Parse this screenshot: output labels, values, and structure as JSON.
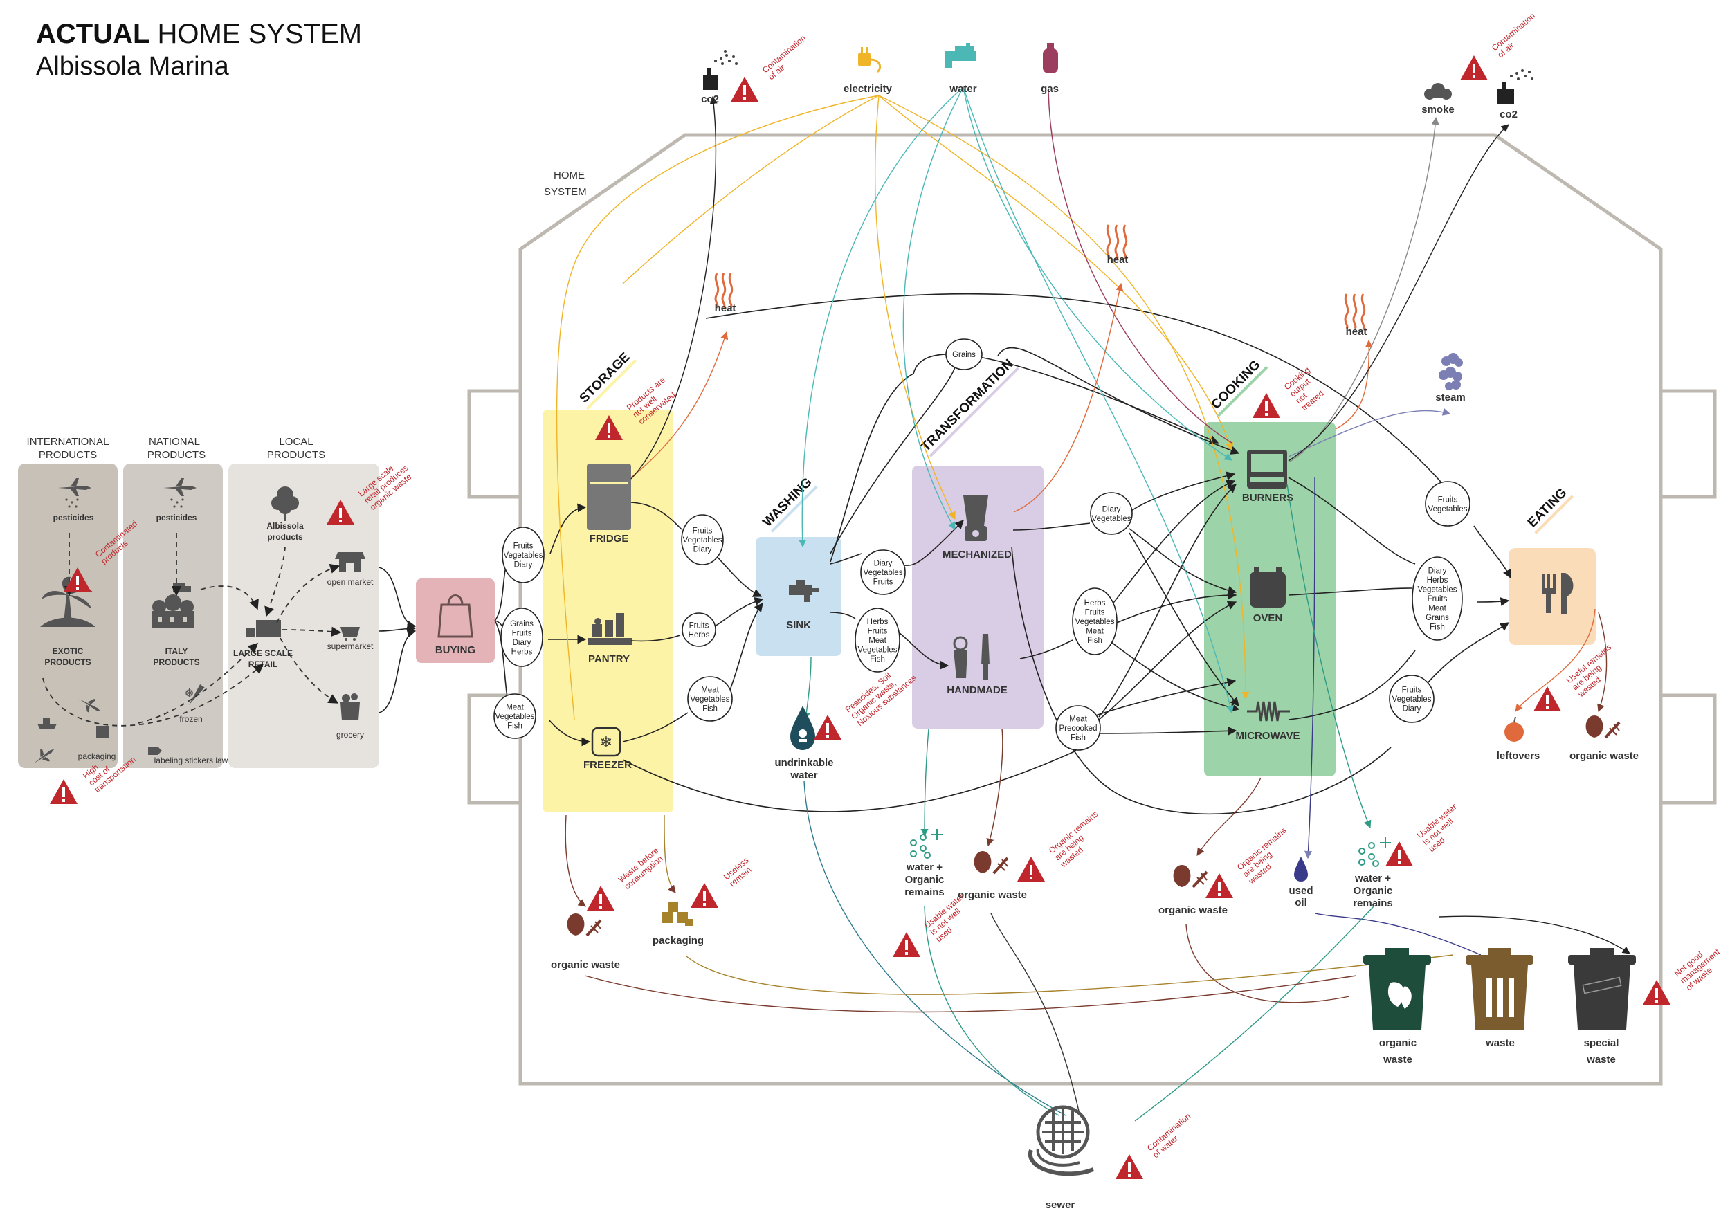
{
  "title": {
    "bold": "ACTUAL",
    "rest": " HOME SYSTEM",
    "subtitle": "Albissola Marina"
  },
  "home_label": [
    "HOME",
    "SYSTEM"
  ],
  "source_columns": [
    {
      "id": "international",
      "header": [
        "INTERNATIONAL",
        "PRODUCTS"
      ],
      "color": "#c7c1b8"
    },
    {
      "id": "national",
      "header": [
        "NATIONAL",
        "PRODUCTS"
      ],
      "color": "#cfcac3"
    },
    {
      "id": "local",
      "header": [
        "LOCAL",
        "PRODUCTS"
      ],
      "color": "#e6e2dd"
    }
  ],
  "source_items": {
    "intl_pesticides": "pesticides",
    "exotic": [
      "EXOTIC",
      "PRODUCTS"
    ],
    "packaging": "packaging",
    "nat_pesticides": "pesticides",
    "italy": [
      "ITALY",
      "PRODUCTS"
    ],
    "frozen": "frozen",
    "labeling": "labeling stickers law",
    "albissola": [
      "Albissola",
      "products"
    ],
    "open_market": "open market",
    "large_retail": [
      "LARGE SCALE",
      "RETAIL"
    ],
    "supermarket": "supermarket",
    "grocery": "grocery"
  },
  "sections": {
    "storage": "STORAGE",
    "washing": "WASHING",
    "transformation": "TRANSFORMATION",
    "cooking": "COOKING",
    "eating": "EATING"
  },
  "nodes": {
    "buying": {
      "label": "BUYING",
      "color": "#e3b3b8"
    },
    "fridge": "FRIDGE",
    "pantry": "PANTRY",
    "freezer": "FREEZER",
    "sink": "SINK",
    "mechanized": "MECHANIZED",
    "handmade": "HANDMADE",
    "burners": "BURNERS",
    "oven": "OVEN",
    "microwave": "MICROWAVE"
  },
  "zone_colors": {
    "storage": "#fcf3a6",
    "washing": "#c9e0f0",
    "transformation": "#d8cde4",
    "cooking": "#9dd3a8",
    "eating": "#fbdcb8"
  },
  "bubbles": [
    {
      "id": "b1",
      "lines": [
        "Fruits",
        "Vegetables",
        "Diary"
      ]
    },
    {
      "id": "b2",
      "lines": [
        "Grains",
        "Fruits",
        "Diary",
        "Herbs"
      ]
    },
    {
      "id": "b3",
      "lines": [
        "Meat",
        "Vegetables",
        "Fish"
      ]
    },
    {
      "id": "b4",
      "lines": [
        "Fruits",
        "Vegetables",
        "Diary"
      ]
    },
    {
      "id": "b5",
      "lines": [
        "Fruits",
        "Herbs"
      ]
    },
    {
      "id": "b6",
      "lines": [
        "Meat",
        "Vegetables",
        "Fish"
      ]
    },
    {
      "id": "b7",
      "lines": [
        "Diary",
        "Vegetables",
        "Fruits"
      ]
    },
    {
      "id": "b8",
      "lines": [
        "Herbs",
        "Fruits",
        "Meat",
        "Vegetables",
        "Fish"
      ]
    },
    {
      "id": "b9",
      "lines": [
        "Grains"
      ]
    },
    {
      "id": "b10",
      "lines": [
        "Diary",
        "Vegetables"
      ]
    },
    {
      "id": "b11",
      "lines": [
        "Herbs",
        "Fruits",
        "Vegetables",
        "Meat",
        "Fish"
      ]
    },
    {
      "id": "b12",
      "lines": [
        "Meat",
        "Precooked",
        "Fish"
      ]
    },
    {
      "id": "b13",
      "lines": [
        "Fruits",
        "Vegetables"
      ]
    },
    {
      "id": "b14",
      "lines": [
        "Diary",
        "Herbs",
        "Vegetables",
        "Fruits",
        "Meat",
        "Grains",
        "Fish"
      ]
    },
    {
      "id": "b15",
      "lines": [
        "Fruits",
        "Vegetables",
        "Diary"
      ]
    }
  ],
  "resources": {
    "co2_left": "co2",
    "electricity": "electricity",
    "water": "water",
    "gas": "gas",
    "smoke": "smoke",
    "co2_right": "co2",
    "heat_storage": "heat",
    "heat_transf": "heat",
    "heat_cooking": "heat",
    "steam": "steam"
  },
  "outputs": {
    "undrinkable": [
      "undrinkable",
      "water"
    ],
    "water_organic_1": [
      "water +",
      "Organic",
      "remains"
    ],
    "organic_waste_transf": "organic waste",
    "organic_waste_cooking": "organic waste",
    "used_oil": [
      "used",
      "oil"
    ],
    "water_organic_2": [
      "water +",
      "Organic",
      "remains"
    ],
    "organic_waste_storage": "organic waste",
    "packaging_out": "packaging",
    "leftovers": "leftovers",
    "organic_waste_eating": "organic waste",
    "sewer": "sewer"
  },
  "bins": [
    {
      "id": "organic",
      "lines": [
        "organic",
        "waste"
      ],
      "color": "#1f4d3c"
    },
    {
      "id": "waste",
      "lines": [
        "waste"
      ],
      "color": "#7a5c2e"
    },
    {
      "id": "special",
      "lines": [
        "special",
        "waste"
      ],
      "color": "#3a3a3a"
    }
  ],
  "warnings": {
    "contaminated": [
      "Contaminated",
      "products"
    ],
    "high_cost": [
      "High",
      "cost of",
      "transportation"
    ],
    "large_scale": [
      "Large scale",
      "retail produces",
      "organic waste"
    ],
    "not_conserved": [
      "Products are",
      "not well",
      "conservated"
    ],
    "contam_air_left": [
      "Contamination",
      "of air"
    ],
    "contam_air_right": [
      "Contamination",
      "of air"
    ],
    "pesticides": [
      "Pesticides, Soil",
      "Organic waste,",
      "Noxious substances"
    ],
    "cooking_output": [
      "Cooking",
      "output",
      "not",
      "treated"
    ],
    "useful_remains": [
      "Useful remains",
      "are being",
      "wasted"
    ],
    "waste_before": [
      "Waste before",
      "consumption"
    ],
    "useless_remain": [
      "Useless",
      "remain"
    ],
    "usable_water_1": [
      "Usable water",
      "is not well",
      "used"
    ],
    "organic_remains_1": [
      "Organic remains",
      "are being",
      "wasted"
    ],
    "organic_remains_2": [
      "Organic remains",
      "are being",
      "wasted"
    ],
    "usable_water_2": [
      "Usable water",
      "is not well",
      "used"
    ],
    "not_good_mgmt": [
      "Not good",
      "management",
      "of waste"
    ],
    "contam_water": [
      "Contamination",
      "of water"
    ]
  },
  "colors": {
    "warning": "#c0272d",
    "electricity": "#f0b429",
    "water": "#4bb8b5",
    "gas": "#9a3d5e",
    "heat": "#e06a3c",
    "steam": "#7b7fb4",
    "organic": "#7a3b2e",
    "teal": "#2e9b85",
    "packaging": "#a6822a",
    "home_outline": "#bdb9b0"
  }
}
